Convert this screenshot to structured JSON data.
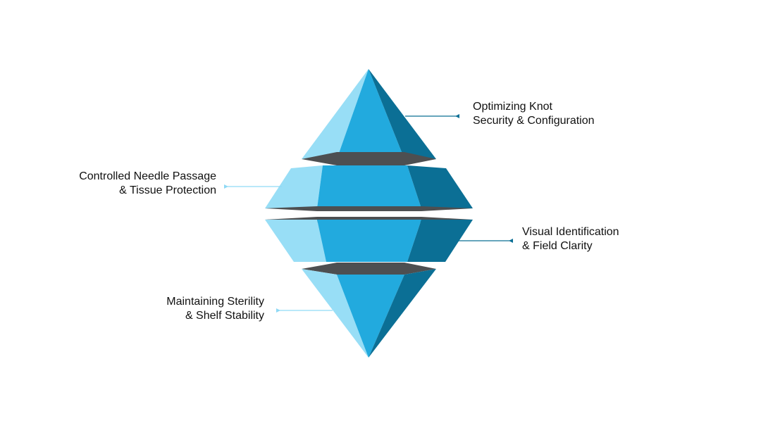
{
  "colors": {
    "light": "#98def6",
    "mid": "#22aade",
    "dark": "#0b6f95",
    "slab": "#4d4f51",
    "connector_light": "#8fd9f5",
    "connector_dark": "#0b6f95",
    "text": "#111111"
  },
  "labels": {
    "top_right": {
      "line1": "Optimizing Knot",
      "line2": "Security & Configuration"
    },
    "upper_left": {
      "line1": "Controlled Needle Passage",
      "line2": "& Tissue Protection"
    },
    "lower_right": {
      "line1": "Visual Identification",
      "line2": "& Field Clarity"
    },
    "bottom_left": {
      "line1": "Maintaining Sterility",
      "line2": "& Shelf Stability"
    }
  }
}
